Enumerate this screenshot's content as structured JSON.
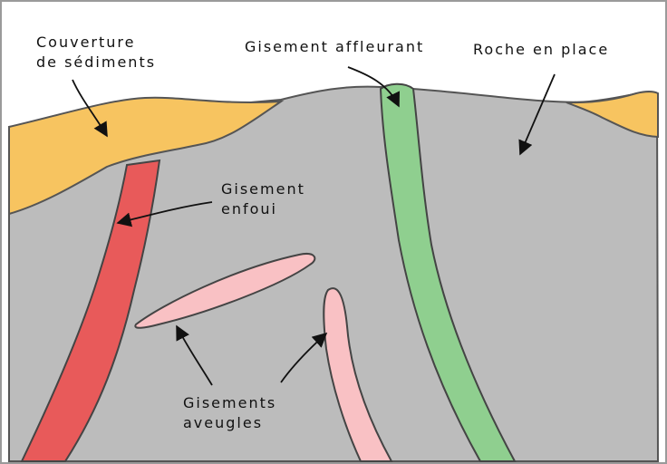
{
  "labels": {
    "sediment_cover": [
      "Couverture",
      "de sédiments"
    ],
    "outcropping_deposit": "Gisement affleurant",
    "bedrock": "Roche en place",
    "buried_deposit": [
      "Gisement",
      "enfoui"
    ],
    "blind_deposits": [
      "Gisements",
      "aveugles"
    ]
  },
  "colors": {
    "frame": "#9a9a9a",
    "background": "#ffffff",
    "bedrock": "#bcbcbc",
    "sediments": "#f7c460",
    "buried_deposit": "#e85a5a",
    "outcropping_deposit": "#8fcf8f",
    "blind_deposits": "#f9c1c4",
    "outline": "#444444",
    "arrow": "#111111"
  }
}
